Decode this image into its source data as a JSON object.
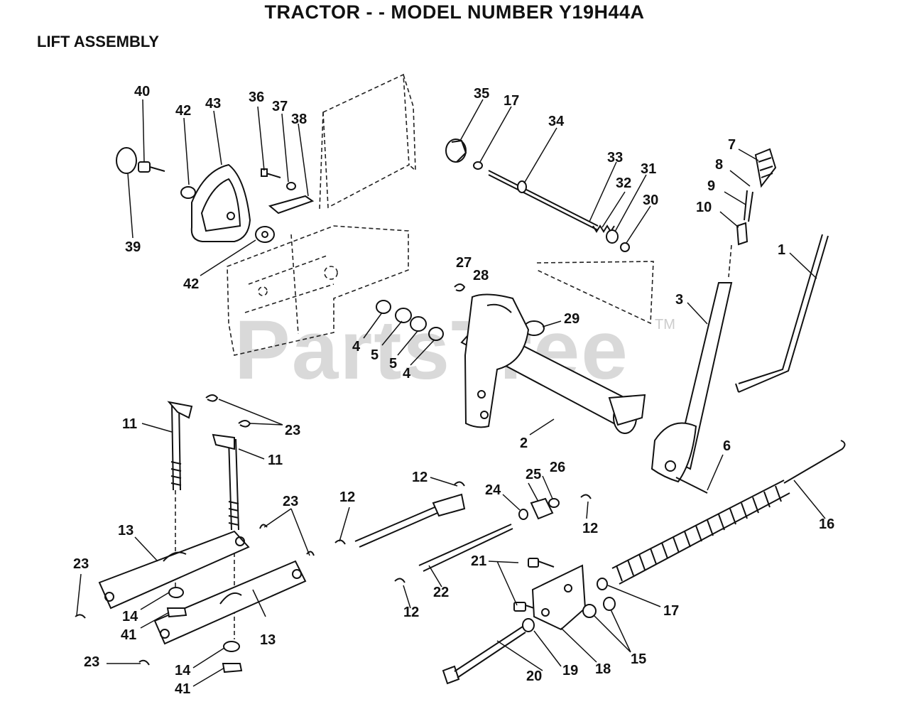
{
  "title": "TRACTOR - - MODEL NUMBER Y19H44A",
  "subtitle": "LIFT ASSEMBLY",
  "watermark": "PartsTree",
  "watermark_mark": "TM",
  "callouts": [
    {
      "id": "40"
    },
    {
      "id": "42"
    },
    {
      "id": "43"
    },
    {
      "id": "39"
    },
    {
      "id": "42"
    },
    {
      "id": "36"
    },
    {
      "id": "37"
    },
    {
      "id": "38"
    },
    {
      "id": "35"
    },
    {
      "id": "17"
    },
    {
      "id": "34"
    },
    {
      "id": "33"
    },
    {
      "id": "32"
    },
    {
      "id": "31"
    },
    {
      "id": "30"
    },
    {
      "id": "7"
    },
    {
      "id": "8"
    },
    {
      "id": "9"
    },
    {
      "id": "10"
    },
    {
      "id": "1"
    },
    {
      "id": "3"
    },
    {
      "id": "27"
    },
    {
      "id": "28"
    },
    {
      "id": "29"
    },
    {
      "id": "4"
    },
    {
      "id": "5"
    },
    {
      "id": "5"
    },
    {
      "id": "4"
    },
    {
      "id": "2"
    },
    {
      "id": "6"
    },
    {
      "id": "11"
    },
    {
      "id": "23"
    },
    {
      "id": "11"
    },
    {
      "id": "23"
    },
    {
      "id": "13"
    },
    {
      "id": "23"
    },
    {
      "id": "14"
    },
    {
      "id": "41"
    },
    {
      "id": "13"
    },
    {
      "id": "23"
    },
    {
      "id": "14"
    },
    {
      "id": "41"
    },
    {
      "id": "12"
    },
    {
      "id": "12"
    },
    {
      "id": "25"
    },
    {
      "id": "26"
    },
    {
      "id": "24"
    },
    {
      "id": "12"
    },
    {
      "id": "21"
    },
    {
      "id": "12"
    },
    {
      "id": "22"
    },
    {
      "id": "16"
    },
    {
      "id": "17"
    },
    {
      "id": "15"
    },
    {
      "id": "20"
    },
    {
      "id": "19"
    },
    {
      "id": "18"
    }
  ]
}
